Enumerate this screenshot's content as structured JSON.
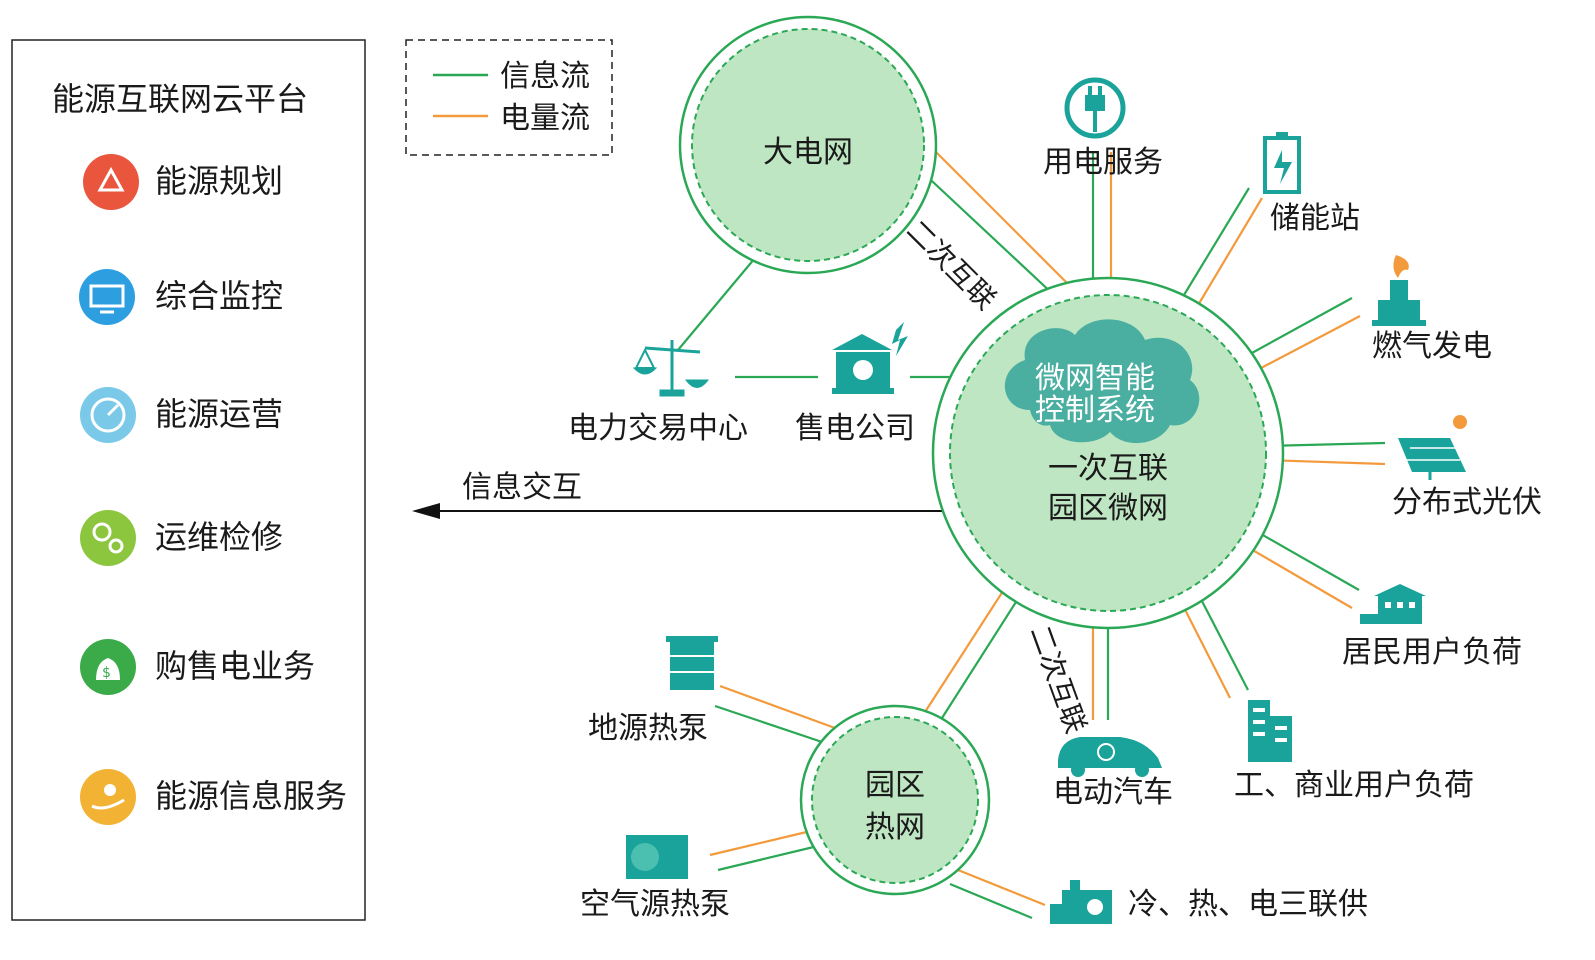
{
  "platform": {
    "title": "能源互联网云平台",
    "items": [
      {
        "label": "能源规划",
        "color": "#e9553d",
        "icon": "recycle-icon"
      },
      {
        "label": "综合监控",
        "color": "#2d9fe0",
        "icon": "monitor-icon"
      },
      {
        "label": "能源运营",
        "color": "#7ac9e8",
        "icon": "dashboard-icon"
      },
      {
        "label": "运维检修",
        "color": "#8cc63f",
        "icon": "gears-icon"
      },
      {
        "label": "购售电业务",
        "color": "#3bab4a",
        "icon": "money-bag-icon"
      },
      {
        "label": "能源信息服务",
        "color": "#f2b233",
        "icon": "hand-service-icon"
      }
    ]
  },
  "legend": {
    "info_flow": "信息流",
    "power_flow": "电量流",
    "info_color": "#2aa855",
    "power_color": "#f39a3c"
  },
  "nodes": {
    "main_grid": "大电网",
    "cloud_line1": "微网智能",
    "cloud_line2": "控制系统",
    "park_line1": "一次互联",
    "park_line2": "园区微网",
    "heat_line1": "园区",
    "heat_line2": "热网"
  },
  "labels": {
    "secondary_top": "二次互联",
    "secondary_bottom": "二次互联",
    "info_exchange": "信息交互",
    "trade_center": "电力交易中心",
    "retail_company": "售电公司",
    "power_service": "用电服务",
    "storage": "储能站",
    "gas_power": "燃气发电",
    "pv": "分布式光伏",
    "residential": "居民用户负荷",
    "commercial": "工、商业用户负荷",
    "ev": "电动汽车",
    "ground_heat_pump": "地源热泵",
    "air_heat_pump": "空气源热泵",
    "cchp": "冷、热、电三联供"
  },
  "colors": {
    "node_fill": "#bfe6c3",
    "ring": "#2aa855",
    "icon_teal": "#1aa39a",
    "cloud": "#4aaea0"
  }
}
